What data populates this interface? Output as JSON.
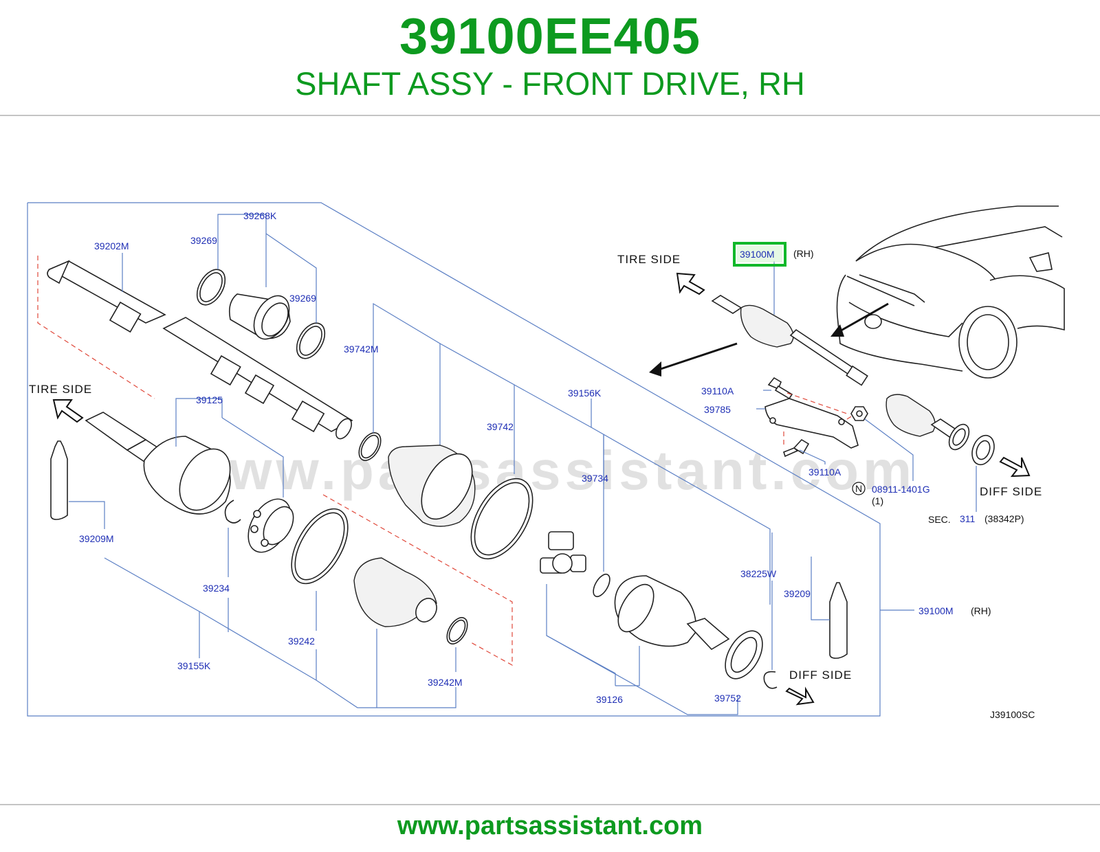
{
  "header": {
    "part_number": "39100EE405",
    "description": "SHAFT ASSY - FRONT DRIVE, RH"
  },
  "diagram": {
    "watermark": "www.partsassistant.com",
    "ref_code": "J39100SC",
    "side_labels": {
      "tire_side_top": "TIRE   SIDE",
      "tire_side_left": "TIRE   SIDE",
      "diff_side_right": "DIFF   SIDE",
      "diff_side_bottom": "DIFF   SIDE"
    },
    "labels": {
      "p39268K": "39268K",
      "p39269a": "39269",
      "p39269b": "39269",
      "p39202M": "39202M",
      "p39742M": "39742M",
      "p39742": "39742",
      "p39156K": "39156K",
      "p39734": "39734",
      "p39125": "39125",
      "p39209M": "39209M",
      "p39234": "39234",
      "p39155K": "39155K",
      "p39242": "39242",
      "p39242M": "39242M",
      "p39126": "39126",
      "p39752": "39752",
      "p38225W": "38225W",
      "p39209": "39209",
      "p39100M_main": "39100M",
      "p39100M_main_rh": "(RH)",
      "p39100M_top": "39100M",
      "p39100M_top_rh": "(RH)",
      "p39110A_a": "39110A",
      "p39785": "39785",
      "p39110A_b": "39110A",
      "p08911_n": "N",
      "p08911": "08911-1401G",
      "p08911_qty": "(1)",
      "sec": "SEC.",
      "sec_num": "311",
      "sec_ref": "(38342P)"
    }
  },
  "footer": {
    "url": "www.partsassistant.com"
  },
  "colors": {
    "brand_green": "#0d9a1f",
    "label_blue": "#1f2fb5",
    "leader_blue": "#5b7fc4",
    "highlight_green": "#11b82a"
  }
}
